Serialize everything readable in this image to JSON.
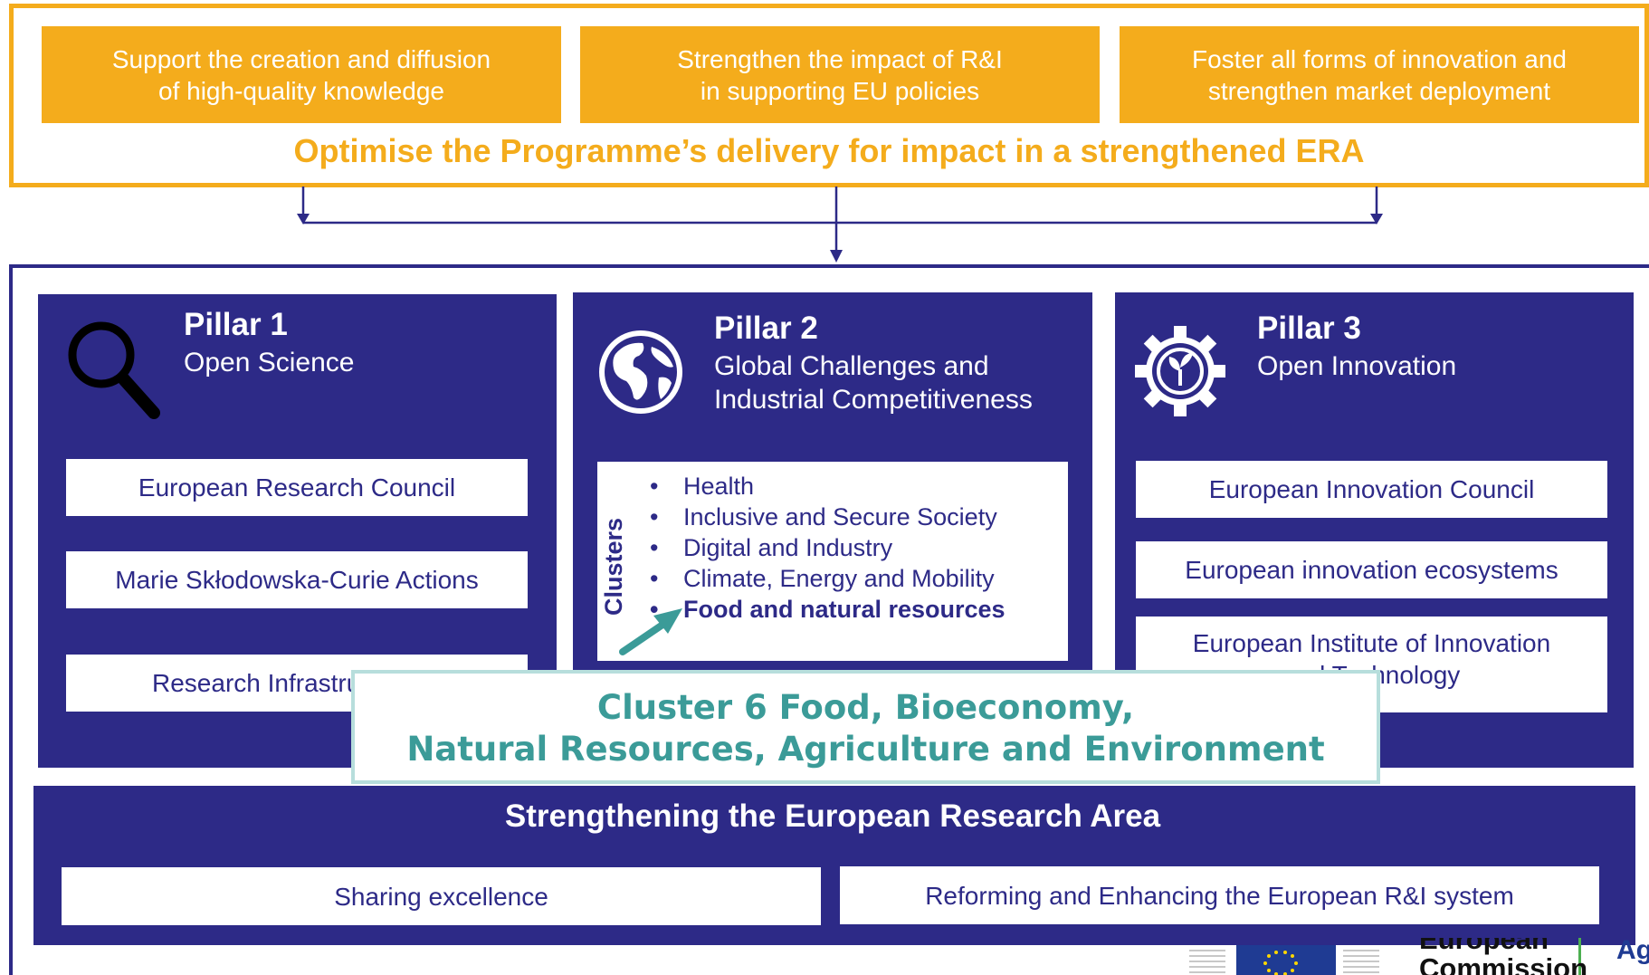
{
  "objectives": {
    "items": [
      "Support the creation and diffusion\nof high-quality knowledge",
      "Strengthen the impact of R&I\nin supporting EU policies",
      "Foster all forms of innovation and\nstrengthen market deployment"
    ],
    "title": "Optimise the Programme’s delivery for impact in a strengthened ERA"
  },
  "pillars": [
    {
      "title": "Pillar 1",
      "subtitle": "Open Science",
      "icon": "magnifier-icon",
      "items": [
        "European Research Council",
        "Marie Skłodowska-Curie Actions",
        "Research Infrastructures"
      ]
    },
    {
      "title": "Pillar 2",
      "subtitle": "Global Challenges and\nIndustrial Competitiveness",
      "icon": "globe-icon",
      "clusters_label": "Clusters",
      "clusters": [
        "Health",
        "Inclusive and Secure Society",
        "Digital and Industry",
        "Climate, Energy and Mobility",
        "Food and natural resources"
      ]
    },
    {
      "title": "Pillar 3",
      "subtitle": "Open Innovation",
      "icon": "gear-plant-icon",
      "items": [
        "European Innovation Council",
        "European innovation ecosystems",
        "European Institute of Innovation\nand Technology"
      ]
    }
  ],
  "callout": {
    "line1": "Cluster 6 Food, Bioeconomy,",
    "line2": "Natural Resources, Agriculture and Environment"
  },
  "era": {
    "title": "Strengthening the European Research Area",
    "items": [
      "Sharing excellence",
      "Reforming and Enhancing the European R&I system"
    ]
  },
  "footer": {
    "logo_text_1": "European",
    "logo_text_2": "Commission",
    "logo_text_3": "Ag"
  },
  "colors": {
    "orange": "#F4AC1C",
    "navy": "#2D2A87",
    "teal": "#3B9B98",
    "teal_border": "#B7DEDC"
  }
}
